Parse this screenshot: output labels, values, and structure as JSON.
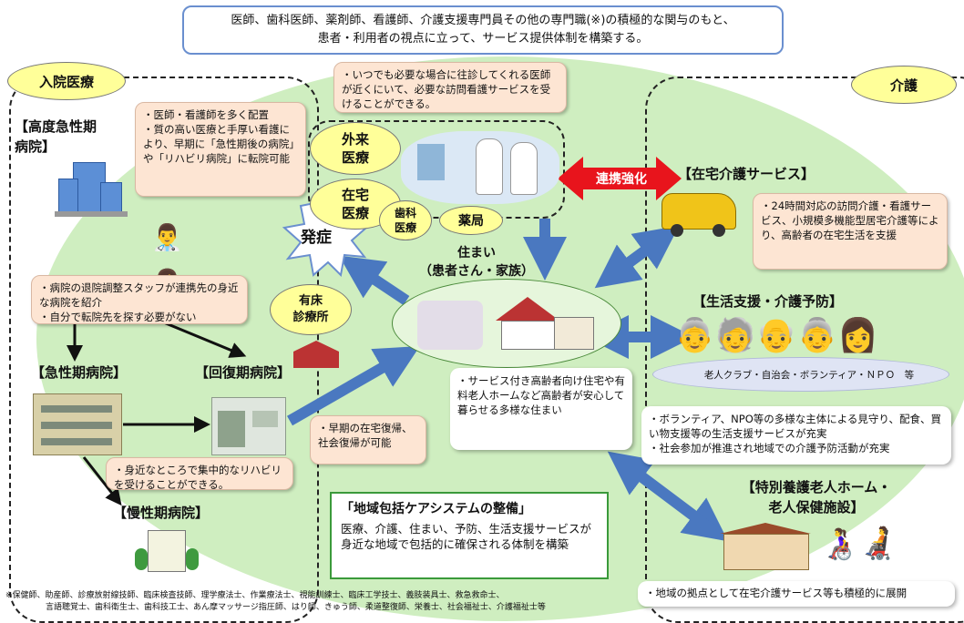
{
  "header": {
    "line1": "医師、歯科医師、薬剤師、看護師、介護支援専門員その他の専門職(※)の積極的な関与のもと、",
    "line2": "患者・利用者の視点に立って、サービス提供体制を構築する。"
  },
  "left": {
    "section_title": "入院医療",
    "acute_hospital": "【高度急性期\n病院】",
    "bubble_staff": "・医師・看護師を多く配置\n・質の高い医療と手厚い看護により、早期に「急性期後の病院」や「リハビリ病院」に転院可能",
    "bubble_discharge": "・病院の退院調整スタッフが連携先の身近な病院を紹介\n・自分で転院先を探す必要がない",
    "acute": "【急性期病院】",
    "recovery": "【回復期病院】",
    "chronic": "【慢性期病院】",
    "bubble_rehab": "・身近なところで集中的なリハビリを受けることができる。",
    "onset": "発症",
    "clinic": "有床\n診療所"
  },
  "center": {
    "bubble_visit": "・いつでも必要な場合に往診してくれる医師が近くにいて、必要な訪問看護サービスを受けることができる。",
    "outpatient": "外来\n医療",
    "home_medical": "在宅\n医療",
    "dental": "歯科\n医療",
    "pharmacy": "薬局",
    "home_title": "住まい\n（患者さん・家族）",
    "bubble_early": "・早期の在宅復帰、社会復帰が可能",
    "bubble_housing": "・サービス付き高齢者向け住宅や有料老人ホームなど高齢者が安心して暮らせる多様な住まい",
    "system_title": "「地域包括ケアシステムの整備」",
    "system_body": "医療、介護、住まい、予防、生活支援サービスが身近な地域で包括的に確保される体制を構築",
    "link": "連携強化",
    "footnote_line1": "※保健師、助産師、診療放射線技師、臨床検査技師、理学療法士、作業療法士、視能訓練士、臨床工学技士、義肢装具士、救急救命士、",
    "footnote_line2": "言語聴覚士、歯科衛生士、歯科技工士、あん摩マッサージ指圧師、はり師、きゅう師、柔道整復師、栄養士、社会福祉士、介護福祉士等"
  },
  "right": {
    "section_title": "介護",
    "home_care": "【在宅介護サービス】",
    "bubble_home_care": "・24時間対応の訪問介護・看護サービス、小規模多機能型居宅介護等により、高齢者の在宅生活を支援",
    "life_support": "【生活支援・介護予防】",
    "groups": "老人クラブ・自治会・ボランティア・ＮＰＯ　等",
    "bubble_support": "・ボランティア、NPO等の多様な主体による見守り、配食、買い物支援等の生活支援サービスが充実\n・社会参加が推進され地域での介護予防活動が充実",
    "facility": "【特別養護老人ホーム・\n老人保健施設】",
    "bubble_facility": "・地域の拠点として在宅介護サービス等も積極的に展開"
  },
  "colors": {
    "arrow_blue": "#4a78c0",
    "link_red": "#e8141c",
    "bg_green": "#cfeec0",
    "peach": "#fde5d3",
    "title_yellow": "#ffff99"
  }
}
